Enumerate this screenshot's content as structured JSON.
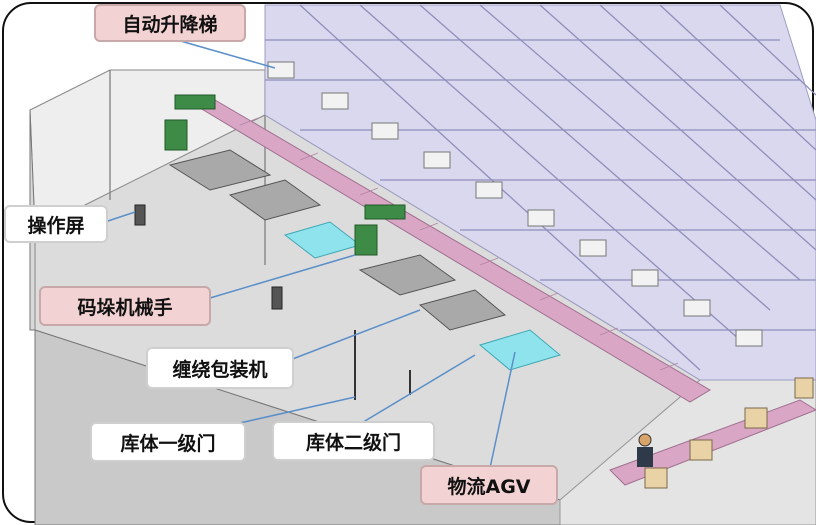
{
  "colors": {
    "frame_border": "#111111",
    "rack_frame": "#b9b8d4",
    "rack_fill": "#d9d8ee",
    "conveyor": "#d9a7c5",
    "agv": "#8fe3ec",
    "robot": "#3d8b47",
    "callout_pink": "#f3d2d3",
    "callout_white": "#ffffff",
    "leader_line": "#5b8fc9"
  },
  "labels": {
    "lift": "自动升降梯",
    "screen": "操作屏",
    "robot": "码垛机械手",
    "wrapper": "缠绕包装机",
    "door1": "库体一级门",
    "door2": "库体二级门",
    "agv": "物流AGV"
  }
}
